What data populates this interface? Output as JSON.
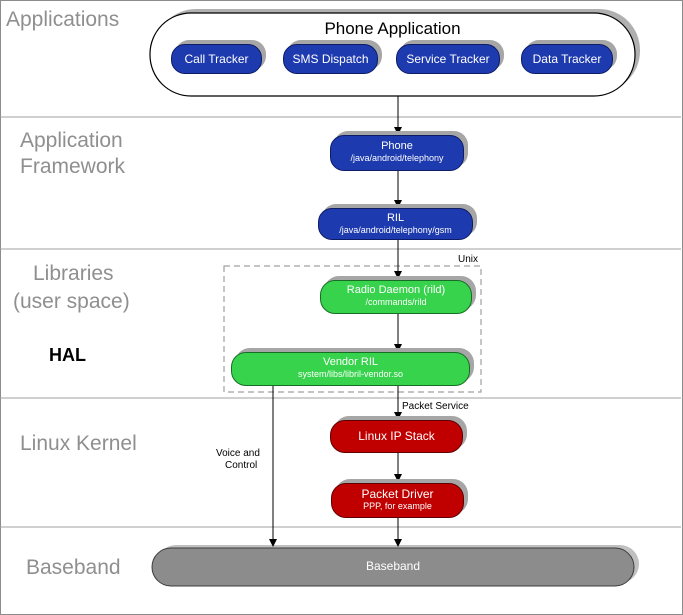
{
  "layers": {
    "applications": "Applications",
    "framework_line1": "Application",
    "framework_line2": "Framework",
    "libraries_line1": "Libraries",
    "libraries_line2": "(user space)",
    "hal": "HAL",
    "kernel": "Linux Kernel",
    "baseband": "Baseband"
  },
  "phone_app": {
    "title": "Phone Application",
    "components": [
      "Call Tracker",
      "SMS Dispatch",
      "Service Tracker",
      "Data Tracker"
    ]
  },
  "nodes": {
    "phone": {
      "title": "Phone",
      "path": "/java/android/telephony"
    },
    "ril": {
      "title": "RIL",
      "path": "/java/android/telephony/gsm"
    },
    "rild": {
      "title": "Radio Daemon (rild)",
      "path": "/commands/rild"
    },
    "vendor_ril": {
      "title": "Vendor RIL",
      "path": "system/libs/libril-vendor.so"
    },
    "ip_stack": {
      "title": "Linux IP Stack"
    },
    "packet_driver": {
      "title": "Packet Driver",
      "path": "PPP, for example"
    },
    "baseband": {
      "title": "Baseband"
    }
  },
  "edge_labels": {
    "unix": "Unix",
    "packet_service": "Packet Service",
    "voice_control_line1": "Voice and",
    "voice_control_line2": "Control"
  },
  "colors": {
    "framework_blue": "#1d3aae",
    "library_green": "#37d34c",
    "kernel_red": "#c00000",
    "baseband_gray": "#8c8c8c",
    "layer_text_gray": "#8f8f8f"
  }
}
